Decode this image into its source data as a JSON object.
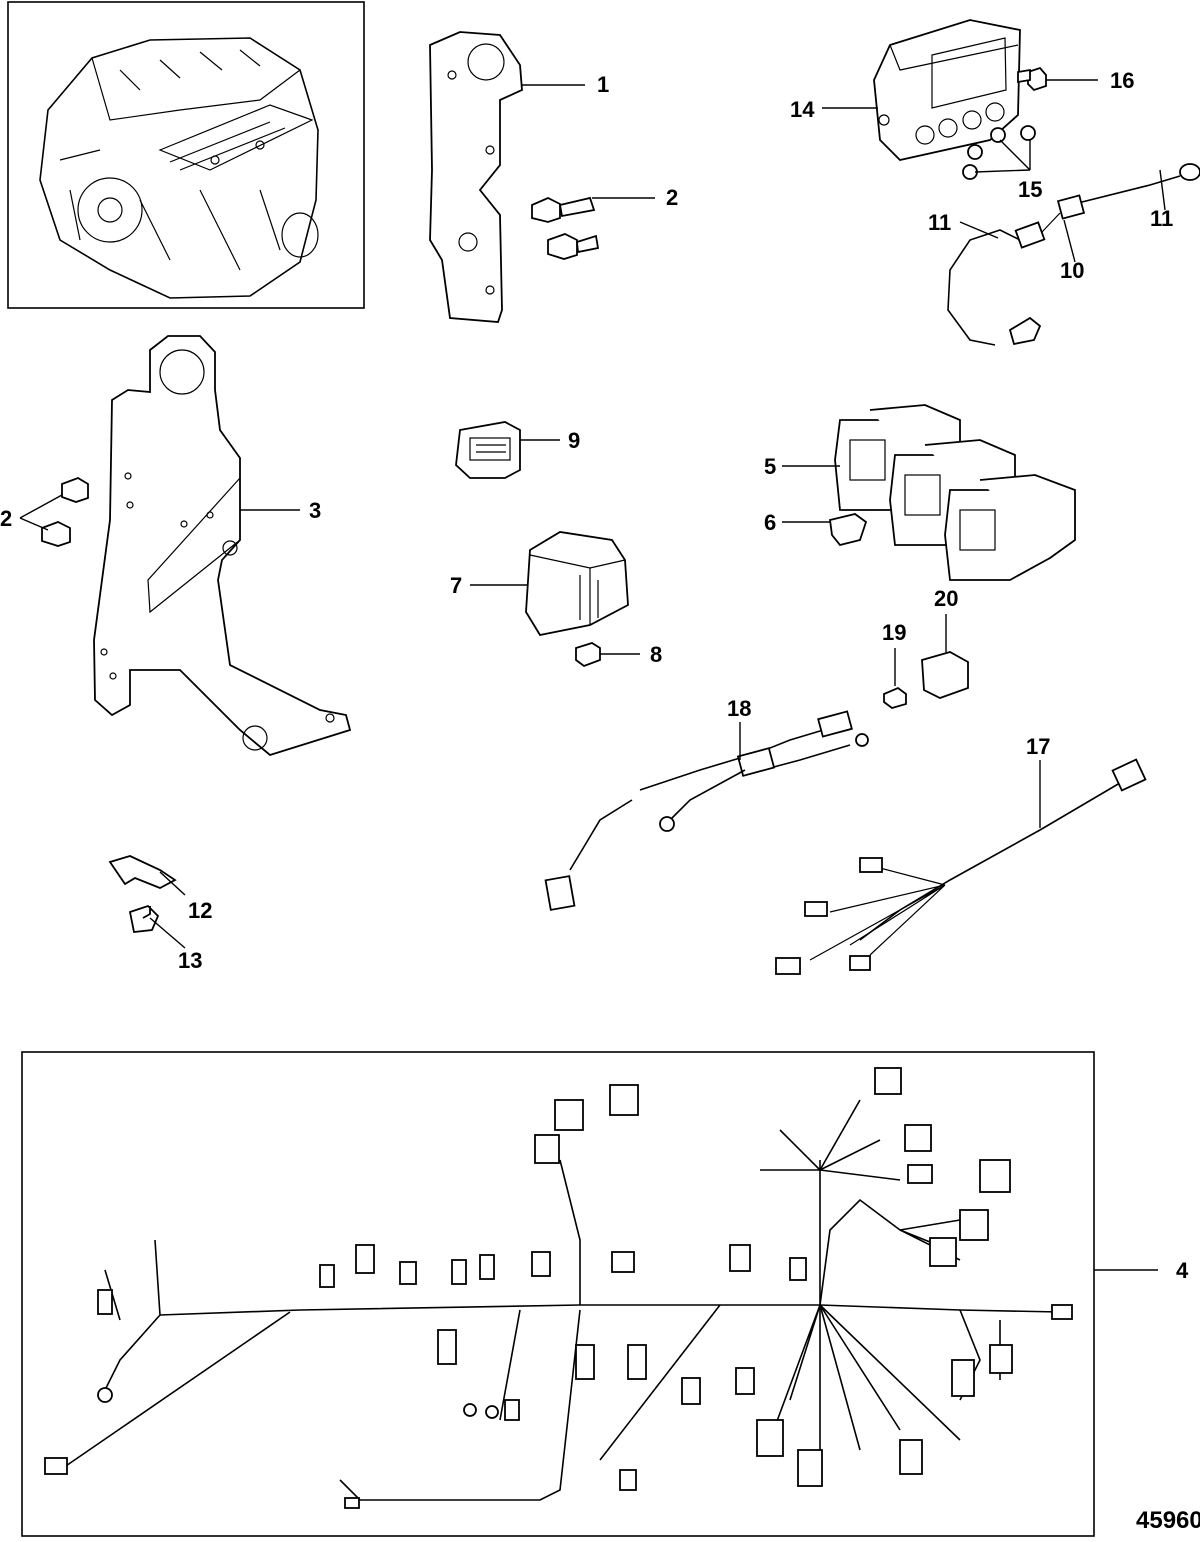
{
  "callouts": {
    "c1": "1",
    "c2a": "2",
    "c2b": "2",
    "c3": "3",
    "c4": "4",
    "c5": "5",
    "c6": "6",
    "c7": "7",
    "c8": "8",
    "c9": "9",
    "c10": "10",
    "c11a": "11",
    "c11b": "11",
    "c12": "12",
    "c13": "13",
    "c14": "14",
    "c15": "15",
    "c16": "16",
    "c17": "17",
    "c18": "18",
    "c19": "19",
    "c20": "20"
  },
  "figure_number": "45960"
}
